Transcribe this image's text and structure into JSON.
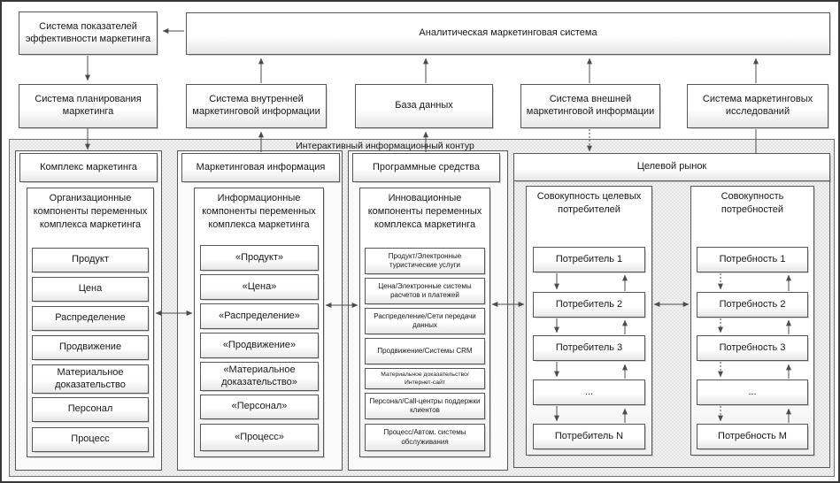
{
  "top": {
    "indicators": "Система показателей эффективности маркетинга",
    "analytic": "Аналитическая маркетинговая система",
    "planning": "Система планирования маркетинга",
    "internal": "Система внутренней маркетинговой информации",
    "database": "База данных",
    "external": "Система внешней маркетинговой информации",
    "research": "Система маркетинговых исследований"
  },
  "container": {
    "label": "Интерактивный информационный контур"
  },
  "columns": [
    {
      "header": "Комплекс маркетинга",
      "panel_title": "Организационные компоненты переменных комплекса маркетинга",
      "items": [
        "Продукт",
        "Цена",
        "Распределение",
        "Продвижение",
        "Материальное доказательство",
        "Персонал",
        "Процесс"
      ]
    },
    {
      "header": "Маркетинговая информация",
      "panel_title": "Информационные компоненты переменных комплекса маркетинга",
      "items": [
        "«Продукт»",
        "«Цена»",
        "«Распределение»",
        "«Продвижение»",
        "«Материальное доказательство»",
        "«Персонал»",
        "«Процесс»"
      ]
    },
    {
      "header": "Программные средства",
      "panel_title": "Инновационные компоненты переменных комплекса маркетинга",
      "items": [
        "Продукт/Электронные туристические услуги",
        "Цена/Электронные системы расчетов и платежей",
        "Распределение/Сети передачи данных",
        "Продвижение/Системы CRM",
        "Материальное доказательство/Интернет-сайт",
        "Персонал/Call-центры поддержки клиентов",
        "Процесс/Автом. системы обслуживания"
      ]
    },
    {
      "header": "Целевой рынок",
      "panels": [
        {
          "title": "Совокупность целевых потребителей",
          "items": [
            "Потребитель 1",
            "Потребитель 2",
            "Потребитель 3",
            "...",
            "Потребитель N"
          ]
        },
        {
          "title": "Совокупность потребностей",
          "items": [
            "Потребность 1",
            "Потребность 2",
            "Потребность 3",
            "...",
            "Потребность М"
          ]
        }
      ]
    }
  ],
  "colors": {
    "box_border": "#565656",
    "arrow": "#4c4c4c",
    "hatch_dark": "#e4e4e4",
    "hatch_light": "#f1f1f1"
  }
}
